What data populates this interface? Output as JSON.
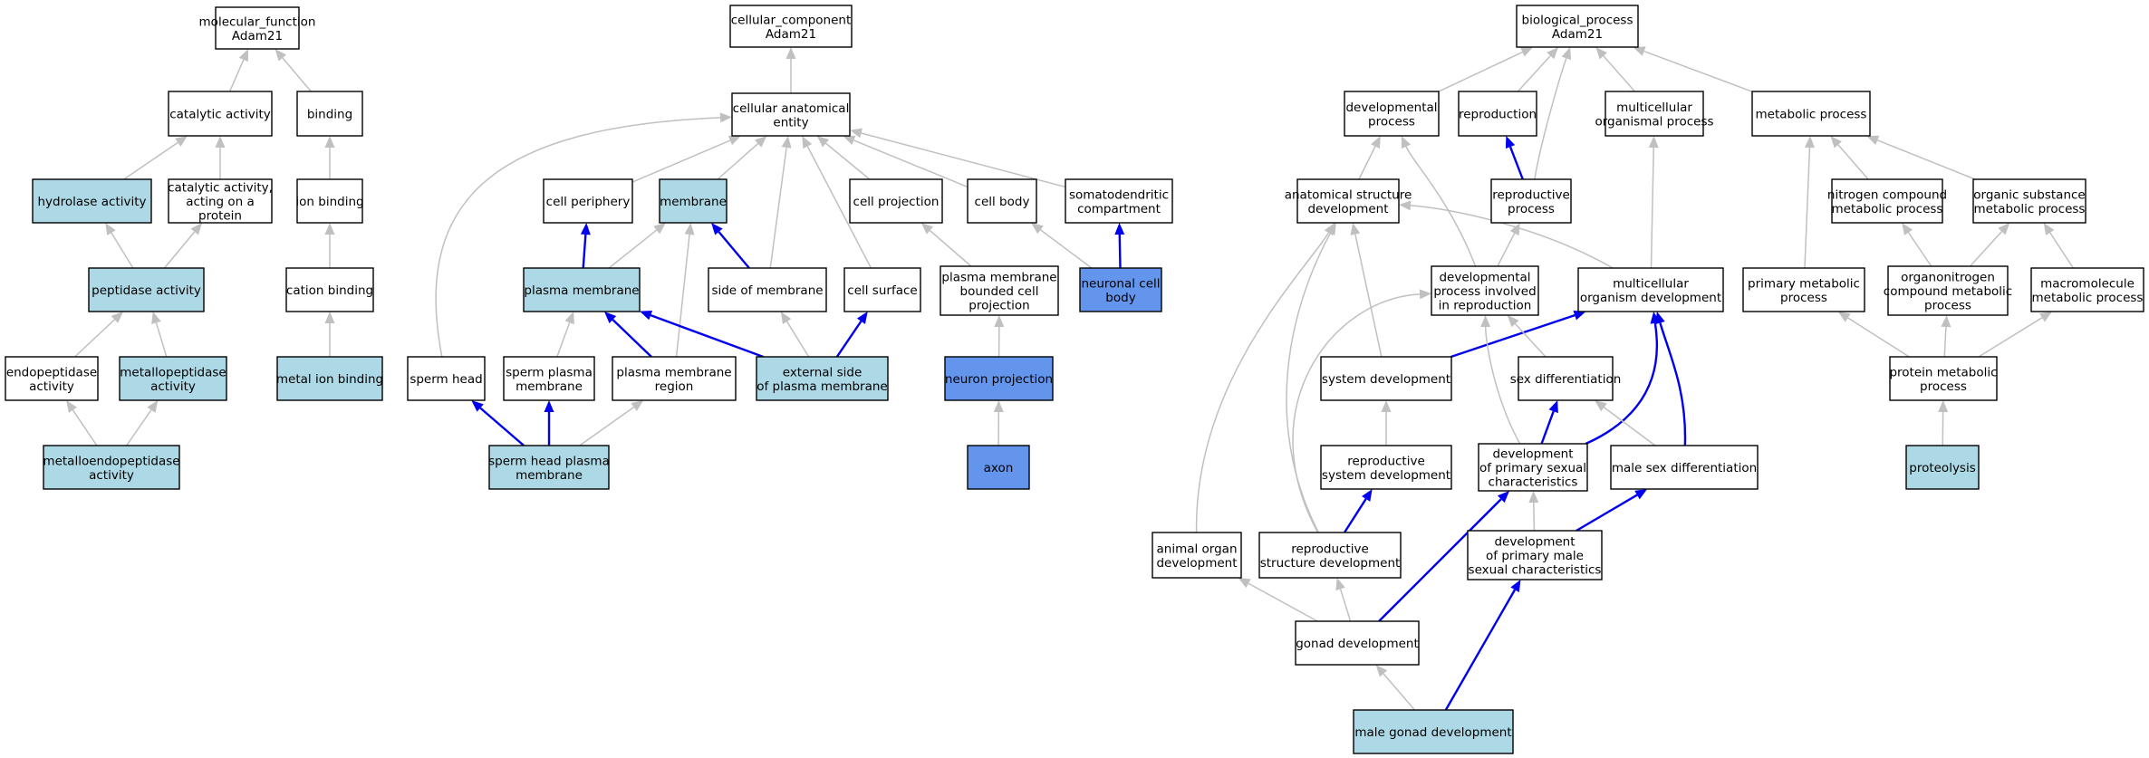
{
  "colors": {
    "plain": "#ffffff",
    "light": "#add8e6",
    "dark": "#6495ed",
    "edge_gray": "#c0c0c0",
    "edge_blue": "#0000ee"
  },
  "nodes": {
    "mf": {
      "lines": [
        "molecular_function",
        "Adam21"
      ],
      "fill": "plain"
    },
    "catalytic": {
      "lines": [
        "catalytic activity"
      ],
      "fill": "plain"
    },
    "binding": {
      "lines": [
        "binding"
      ],
      "fill": "plain"
    },
    "hydrolase": {
      "lines": [
        "hydrolase activity"
      ],
      "fill": "light"
    },
    "cat_protein": {
      "lines": [
        "catalytic activity,",
        "acting on a",
        "protein"
      ],
      "fill": "plain"
    },
    "ion_binding": {
      "lines": [
        "ion binding"
      ],
      "fill": "plain"
    },
    "peptidase": {
      "lines": [
        "peptidase activity"
      ],
      "fill": "light"
    },
    "cation_binding": {
      "lines": [
        "cation binding"
      ],
      "fill": "plain"
    },
    "endopeptidase": {
      "lines": [
        "endopeptidase",
        "activity"
      ],
      "fill": "plain"
    },
    "metallopeptidase": {
      "lines": [
        "metallopeptidase",
        "activity"
      ],
      "fill": "light"
    },
    "metal_ion": {
      "lines": [
        "metal ion binding"
      ],
      "fill": "light"
    },
    "metalloendo": {
      "lines": [
        "metalloendopeptidase",
        "activity"
      ],
      "fill": "light"
    },
    "cc": {
      "lines": [
        "cellular_component",
        "Adam21"
      ],
      "fill": "plain"
    },
    "cae": {
      "lines": [
        "cellular anatomical",
        "entity"
      ],
      "fill": "plain"
    },
    "cell_periphery": {
      "lines": [
        "cell periphery"
      ],
      "fill": "plain"
    },
    "membrane": {
      "lines": [
        "membrane"
      ],
      "fill": "light"
    },
    "cell_projection": {
      "lines": [
        "cell projection"
      ],
      "fill": "plain"
    },
    "cell_body": {
      "lines": [
        "cell body"
      ],
      "fill": "plain"
    },
    "somatodendritic": {
      "lines": [
        "somatodendritic",
        "compartment"
      ],
      "fill": "plain"
    },
    "plasma_membrane": {
      "lines": [
        "plasma membrane"
      ],
      "fill": "light"
    },
    "side_membrane": {
      "lines": [
        "side of membrane"
      ],
      "fill": "plain"
    },
    "cell_surface": {
      "lines": [
        "cell surface"
      ],
      "fill": "plain"
    },
    "pm_bounded": {
      "lines": [
        "plasma membrane",
        "bounded cell",
        "projection"
      ],
      "fill": "plain"
    },
    "neuronal_cell_body": {
      "lines": [
        "neuronal cell",
        "body"
      ],
      "fill": "dark"
    },
    "sperm_head": {
      "lines": [
        "sperm head"
      ],
      "fill": "plain"
    },
    "sperm_pm": {
      "lines": [
        "sperm plasma",
        "membrane"
      ],
      "fill": "plain"
    },
    "pm_region": {
      "lines": [
        "plasma membrane",
        "region"
      ],
      "fill": "plain"
    },
    "external_side": {
      "lines": [
        "external side",
        "of plasma membrane"
      ],
      "fill": "light"
    },
    "neuron_projection": {
      "lines": [
        "neuron projection"
      ],
      "fill": "dark"
    },
    "sperm_head_pm": {
      "lines": [
        "sperm head plasma",
        "membrane"
      ],
      "fill": "light"
    },
    "axon": {
      "lines": [
        "axon"
      ],
      "fill": "dark"
    },
    "bp": {
      "lines": [
        "biological_process",
        "Adam21"
      ],
      "fill": "plain"
    },
    "dev_process": {
      "lines": [
        "developmental",
        "process"
      ],
      "fill": "plain"
    },
    "reproduction": {
      "lines": [
        "reproduction"
      ],
      "fill": "plain"
    },
    "multicellular_org": {
      "lines": [
        "multicellular",
        "organismal process"
      ],
      "fill": "plain"
    },
    "metabolic": {
      "lines": [
        "metabolic process"
      ],
      "fill": "plain"
    },
    "anat_dev": {
      "lines": [
        "anatomical structure",
        "development"
      ],
      "fill": "plain"
    },
    "repro_process": {
      "lines": [
        "reproductive",
        "process"
      ],
      "fill": "plain"
    },
    "nitrogen": {
      "lines": [
        "nitrogen compound",
        "metabolic process"
      ],
      "fill": "plain"
    },
    "organic": {
      "lines": [
        "organic substance",
        "metabolic process"
      ],
      "fill": "plain"
    },
    "dev_repro": {
      "lines": [
        "developmental",
        "process involved",
        "in reproduction"
      ],
      "fill": "plain"
    },
    "mc_org_dev": {
      "lines": [
        "multicellular",
        "organism development"
      ],
      "fill": "plain"
    },
    "primary_metabolic": {
      "lines": [
        "primary metabolic",
        "process"
      ],
      "fill": "plain"
    },
    "organonitrogen": {
      "lines": [
        "organonitrogen",
        "compound metabolic",
        "process"
      ],
      "fill": "plain"
    },
    "macromolecule": {
      "lines": [
        "macromolecule",
        "metabolic process"
      ],
      "fill": "plain"
    },
    "system_dev": {
      "lines": [
        "system development"
      ],
      "fill": "plain"
    },
    "sex_diff": {
      "lines": [
        "sex differentiation"
      ],
      "fill": "plain"
    },
    "protein_metabolic": {
      "lines": [
        "protein metabolic",
        "process"
      ],
      "fill": "plain"
    },
    "repro_system_dev": {
      "lines": [
        "reproductive",
        "system development"
      ],
      "fill": "plain"
    },
    "dev_primary_sexual": {
      "lines": [
        "development",
        "of primary sexual",
        "characteristics"
      ],
      "fill": "plain"
    },
    "male_sex_diff": {
      "lines": [
        "male sex differentiation"
      ],
      "fill": "plain"
    },
    "proteolysis": {
      "lines": [
        "proteolysis"
      ],
      "fill": "light"
    },
    "animal_organ": {
      "lines": [
        "animal organ",
        "development"
      ],
      "fill": "plain"
    },
    "repro_struct_dev": {
      "lines": [
        "reproductive",
        "structure development"
      ],
      "fill": "plain"
    },
    "dev_primary_male": {
      "lines": [
        "development",
        "of primary male",
        "sexual characteristics"
      ],
      "fill": "plain"
    },
    "gonad_dev": {
      "lines": [
        "gonad development"
      ],
      "fill": "plain"
    },
    "male_gonad_dev": {
      "lines": [
        "male gonad development"
      ],
      "fill": "light"
    }
  },
  "edges": [
    {
      "from": "catalytic",
      "to": "mf",
      "style": "gray"
    },
    {
      "from": "binding",
      "to": "mf",
      "style": "gray"
    },
    {
      "from": "hydrolase",
      "to": "catalytic",
      "style": "gray"
    },
    {
      "from": "cat_protein",
      "to": "catalytic",
      "style": "gray"
    },
    {
      "from": "ion_binding",
      "to": "binding",
      "style": "gray"
    },
    {
      "from": "peptidase",
      "to": "hydrolase",
      "style": "gray"
    },
    {
      "from": "peptidase",
      "to": "cat_protein",
      "style": "gray"
    },
    {
      "from": "cation_binding",
      "to": "ion_binding",
      "style": "gray"
    },
    {
      "from": "endopeptidase",
      "to": "peptidase",
      "style": "gray"
    },
    {
      "from": "metallopeptidase",
      "to": "peptidase",
      "style": "gray"
    },
    {
      "from": "metal_ion",
      "to": "cation_binding",
      "style": "gray"
    },
    {
      "from": "metalloendo",
      "to": "endopeptidase",
      "style": "gray"
    },
    {
      "from": "metalloendo",
      "to": "metallopeptidase",
      "style": "gray"
    },
    {
      "from": "cae",
      "to": "cc",
      "style": "gray"
    },
    {
      "from": "cell_periphery",
      "to": "cae",
      "style": "gray"
    },
    {
      "from": "membrane",
      "to": "cae",
      "style": "gray"
    },
    {
      "from": "cell_projection",
      "to": "cae",
      "style": "gray"
    },
    {
      "from": "cell_body",
      "to": "cae",
      "style": "gray"
    },
    {
      "from": "somatodendritic",
      "to": "cae",
      "style": "gray"
    },
    {
      "from": "sperm_head",
      "to": "cae",
      "style": "gray"
    },
    {
      "from": "side_membrane",
      "to": "cae",
      "style": "gray"
    },
    {
      "from": "cell_surface",
      "to": "cae",
      "style": "gray"
    },
    {
      "from": "plasma_membrane",
      "to": "cell_periphery",
      "style": "blue"
    },
    {
      "from": "plasma_membrane",
      "to": "membrane",
      "style": "gray"
    },
    {
      "from": "side_membrane",
      "to": "membrane",
      "style": "blue"
    },
    {
      "from": "pm_region",
      "to": "membrane",
      "style": "gray"
    },
    {
      "from": "pm_bounded",
      "to": "cell_projection",
      "style": "gray"
    },
    {
      "from": "neuronal_cell_body",
      "to": "cell_body",
      "style": "gray"
    },
    {
      "from": "neuronal_cell_body",
      "to": "somatodendritic",
      "style": "blue"
    },
    {
      "from": "sperm_pm",
      "to": "plasma_membrane",
      "style": "gray"
    },
    {
      "from": "pm_region",
      "to": "plasma_membrane",
      "style": "blue"
    },
    {
      "from": "external_side",
      "to": "plasma_membrane",
      "style": "blue"
    },
    {
      "from": "external_side",
      "to": "side_membrane",
      "style": "gray"
    },
    {
      "from": "external_side",
      "to": "cell_surface",
      "style": "blue"
    },
    {
      "from": "neuron_projection",
      "to": "pm_bounded",
      "style": "gray"
    },
    {
      "from": "sperm_head_pm",
      "to": "sperm_head",
      "style": "blue"
    },
    {
      "from": "sperm_head_pm",
      "to": "sperm_pm",
      "style": "blue"
    },
    {
      "from": "sperm_head_pm",
      "to": "pm_region",
      "style": "gray"
    },
    {
      "from": "axon",
      "to": "neuron_projection",
      "style": "gray"
    },
    {
      "from": "dev_process",
      "to": "bp",
      "style": "gray"
    },
    {
      "from": "reproduction",
      "to": "bp",
      "style": "gray"
    },
    {
      "from": "multicellular_org",
      "to": "bp",
      "style": "gray"
    },
    {
      "from": "metabolic",
      "to": "bp",
      "style": "gray"
    },
    {
      "from": "repro_process",
      "to": "bp",
      "style": "gray"
    },
    {
      "from": "repro_process",
      "to": "reproduction",
      "style": "blue"
    },
    {
      "from": "anat_dev",
      "to": "dev_process",
      "style": "gray"
    },
    {
      "from": "dev_repro",
      "to": "dev_process",
      "style": "gray"
    },
    {
      "from": "dev_repro",
      "to": "repro_process",
      "style": "gray"
    },
    {
      "from": "mc_org_dev",
      "to": "multicellular_org",
      "style": "gray"
    },
    {
      "from": "mc_org_dev",
      "to": "anat_dev",
      "style": "gray"
    },
    {
      "from": "nitrogen",
      "to": "metabolic",
      "style": "gray"
    },
    {
      "from": "organic",
      "to": "metabolic",
      "style": "gray"
    },
    {
      "from": "primary_metabolic",
      "to": "metabolic",
      "style": "gray"
    },
    {
      "from": "organonitrogen",
      "to": "nitrogen",
      "style": "gray"
    },
    {
      "from": "organonitrogen",
      "to": "organic",
      "style": "gray"
    },
    {
      "from": "macromolecule",
      "to": "organic",
      "style": "gray"
    },
    {
      "from": "system_dev",
      "to": "anat_dev",
      "style": "gray"
    },
    {
      "from": "system_dev",
      "to": "mc_org_dev",
      "style": "blue"
    },
    {
      "from": "sex_diff",
      "to": "dev_repro",
      "style": "gray"
    },
    {
      "from": "protein_metabolic",
      "to": "primary_metabolic",
      "style": "gray"
    },
    {
      "from": "protein_metabolic",
      "to": "organonitrogen",
      "style": "gray"
    },
    {
      "from": "protein_metabolic",
      "to": "macromolecule",
      "style": "gray"
    },
    {
      "from": "repro_system_dev",
      "to": "system_dev",
      "style": "gray"
    },
    {
      "from": "dev_primary_sexual",
      "to": "dev_repro",
      "style": "gray"
    },
    {
      "from": "dev_primary_sexual",
      "to": "sex_diff",
      "style": "blue"
    },
    {
      "from": "dev_primary_sexual",
      "to": "mc_org_dev",
      "style": "blue"
    },
    {
      "from": "male_sex_diff",
      "to": "sex_diff",
      "style": "gray"
    },
    {
      "from": "male_sex_diff",
      "to": "mc_org_dev",
      "style": "blue"
    },
    {
      "from": "proteolysis",
      "to": "protein_metabolic",
      "style": "gray"
    },
    {
      "from": "animal_organ",
      "to": "anat_dev",
      "style": "gray"
    },
    {
      "from": "repro_struct_dev",
      "to": "anat_dev",
      "style": "gray"
    },
    {
      "from": "repro_struct_dev",
      "to": "dev_repro",
      "style": "gray"
    },
    {
      "from": "repro_struct_dev",
      "to": "repro_system_dev",
      "style": "blue"
    },
    {
      "from": "dev_primary_male",
      "to": "dev_primary_sexual",
      "style": "gray"
    },
    {
      "from": "dev_primary_male",
      "to": "male_sex_diff",
      "style": "blue"
    },
    {
      "from": "gonad_dev",
      "to": "animal_organ",
      "style": "gray"
    },
    {
      "from": "gonad_dev",
      "to": "repro_struct_dev",
      "style": "gray"
    },
    {
      "from": "gonad_dev",
      "to": "dev_primary_sexual",
      "style": "blue"
    },
    {
      "from": "male_gonad_dev",
      "to": "gonad_dev",
      "style": "gray"
    },
    {
      "from": "male_gonad_dev",
      "to": "dev_primary_male",
      "style": "blue"
    }
  ]
}
